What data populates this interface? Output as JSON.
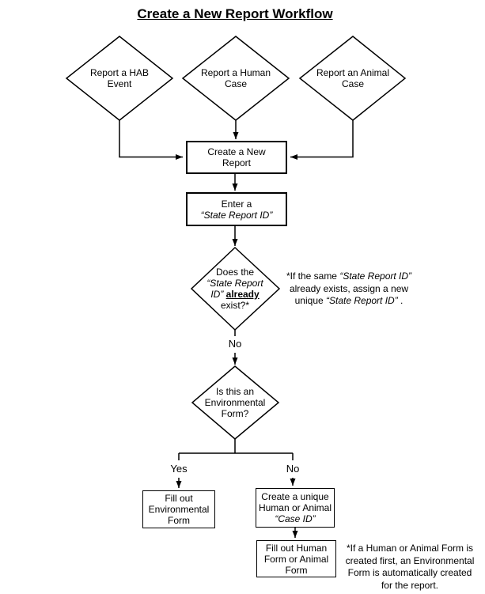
{
  "title": "Create a New Report Workflow",
  "colors": {
    "ink": "#000000",
    "background": "#ffffff"
  },
  "diamonds": {
    "hab": {
      "lines": [
        "Report a HAB",
        "Event"
      ]
    },
    "human": {
      "lines": [
        "Report a Human",
        "Case"
      ]
    },
    "animal": {
      "lines": [
        "Report an Animal",
        "Case"
      ]
    },
    "id_exists": {
      "line1": "Does the",
      "line2_italic": "“State Report",
      "line3_italic": "ID”",
      "line3_bold": "already",
      "line4": "exist?*"
    },
    "env_form": {
      "lines": [
        "Is this an",
        "Environmental",
        "Form?"
      ]
    }
  },
  "boxes": {
    "create_report": {
      "lines": [
        "Create a New",
        "Report"
      ]
    },
    "enter_id": {
      "line1": "Enter a",
      "line2_italic": "“State Report ID”"
    },
    "fill_env": {
      "lines": [
        "Fill out",
        "Environmental",
        "Form"
      ]
    },
    "create_case_id": {
      "line1": "Create a unique",
      "line2": "Human or Animal",
      "line3_italic": "“Case ID”"
    },
    "fill_human_animal": {
      "lines": [
        "Fill out Human",
        "Form or Animal",
        "Form"
      ]
    }
  },
  "branch_labels": {
    "id_no": "No",
    "env_yes": "Yes",
    "env_no": "No"
  },
  "notes": {
    "id_note": {
      "line1_pre": "*If the same ",
      "line1_italic": "“State Report ID”",
      "line2": "already exists, assign a new",
      "line3_pre": "unique ",
      "line3_italic": "“State Report ID”",
      "line3_post": " ."
    },
    "form_note": {
      "lines": [
        "*If a Human or Animal Form is",
        "created first, an Environmental",
        "Form is automatically created",
        "for the report."
      ]
    }
  }
}
